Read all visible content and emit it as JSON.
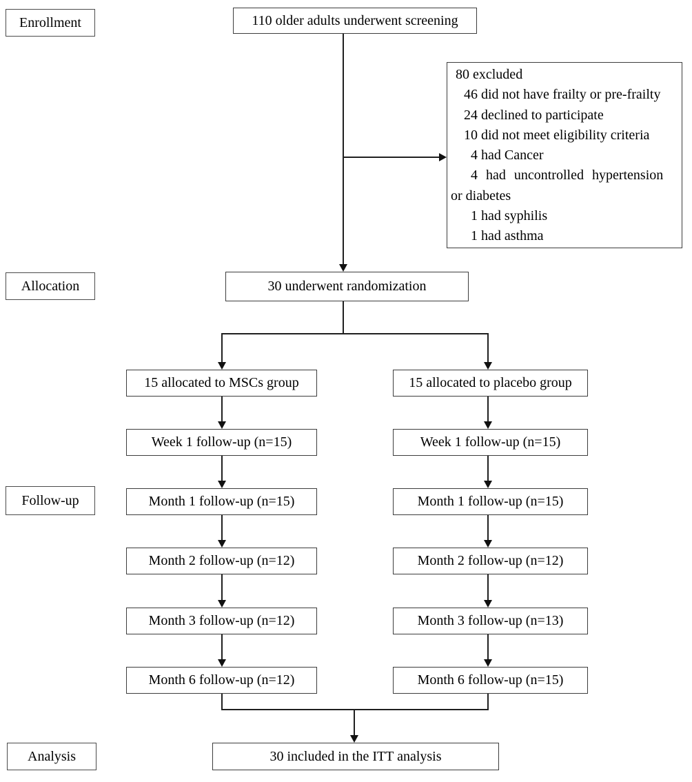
{
  "stages": {
    "enrollment": "Enrollment",
    "allocation": "Allocation",
    "followup": "Follow-up",
    "analysis": "Analysis"
  },
  "nodes": {
    "screening": "110 older adults underwent screening",
    "randomization": "30 underwent randomization",
    "itt": "30 included in the ITT analysis"
  },
  "excluded": {
    "lines": [
      "80 excluded",
      "46 did not have frailty or pre-frailty",
      "24 declined to participate",
      "10 did not meet eligibility criteria",
      "4 had Cancer",
      "4 had uncontrolled hypertension",
      "or diabetes",
      "1 had syphilis",
      "1 had asthma"
    ]
  },
  "columns": {
    "left": [
      "15 allocated to MSCs group",
      "Week 1 follow-up (n=15)",
      "Month 1 follow-up (n=15)",
      "Month 2 follow-up (n=12)",
      "Month 3 follow-up (n=12)",
      "Month 6 follow-up (n=12)"
    ],
    "right": [
      "15 allocated to placebo group",
      "Week 1 follow-up (n=15)",
      "Month 1 follow-up (n=15)",
      "Month 2 follow-up (n=12)",
      "Month 3 follow-up (n=13)",
      "Month 6 follow-up (n=15)"
    ]
  },
  "colors": {
    "line": "#1f1f1f",
    "border": "#3c3c3c",
    "text": "#000000",
    "background": "#ffffff"
  }
}
